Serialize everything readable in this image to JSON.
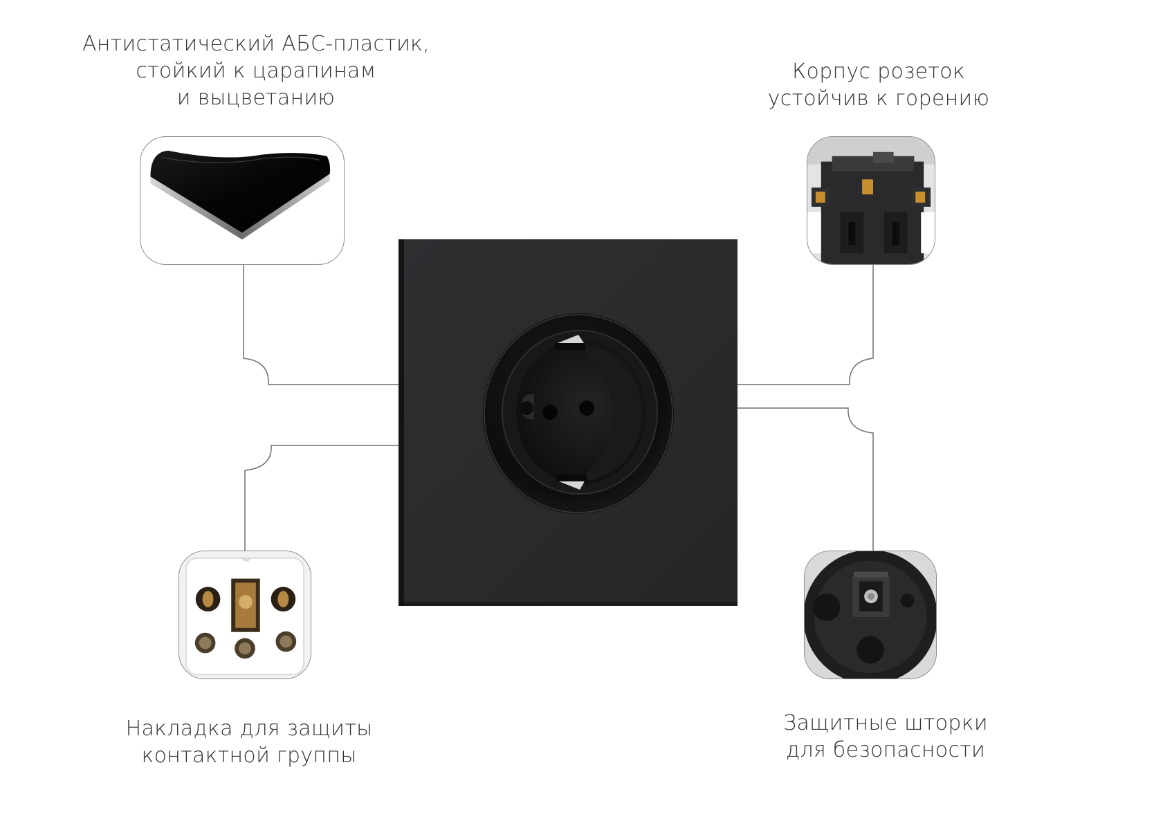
{
  "callouts": {
    "abs_plastic": {
      "lines": [
        "Антистатический АБС-пластик,",
        "стойкий к царапинам",
        "и выцветанию"
      ],
      "icon": "glossy-plastic-corner-icon"
    },
    "housing_fireproof": {
      "lines": [
        "Корпус розеток",
        "устойчив к горению"
      ],
      "icon": "socket-housing-icon"
    },
    "contact_cover": {
      "lines": [
        "Накладка для защиты",
        "контактной группы"
      ],
      "icon": "contact-cover-plate-icon"
    },
    "safety_shutters": {
      "lines": [
        "Защитные шторки",
        "для безопасности"
      ],
      "icon": "safety-shutter-icon"
    }
  },
  "product": {
    "icon": "black-schuko-socket-icon",
    "colors": {
      "frame": "#2b2b2d",
      "ring": "#141414",
      "leader_line": "#6f6f6f"
    }
  }
}
